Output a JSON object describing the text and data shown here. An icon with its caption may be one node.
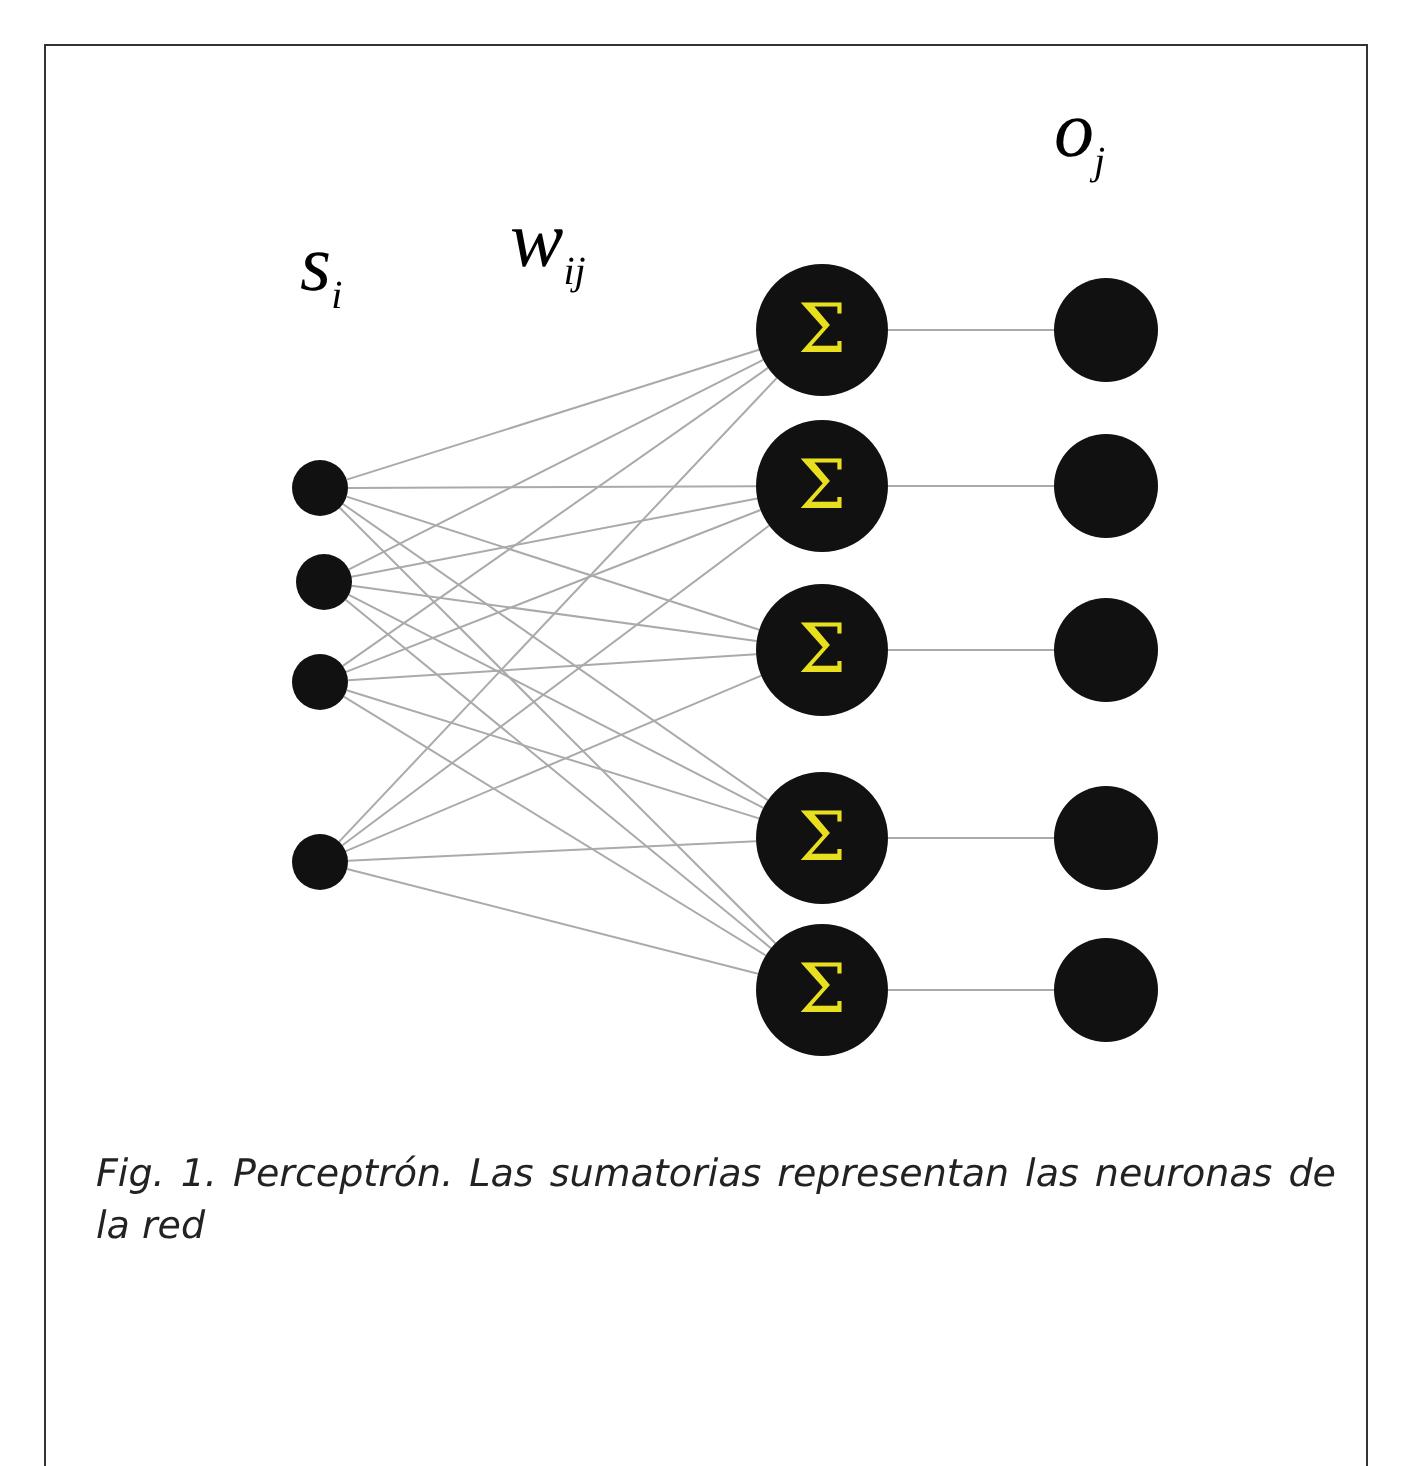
{
  "diagram": {
    "caption": "Fig. 1. Perceptrón. Las sumatorias representan las neuronas de la red",
    "nodes": [
      {
        "text": [],
        "shape": "circle"
      },
      {
        "text": [],
        "shape": "circle"
      },
      {
        "text": [],
        "shape": "circle"
      },
      {
        "text": [],
        "shape": "circle"
      },
      {
        "text": [
          "Σ"
        ]
      },
      {
        "text": [
          "Σ"
        ]
      },
      {
        "text": [
          "Σ"
        ]
      },
      {
        "text": [
          "Σ"
        ]
      },
      {
        "text": [
          "Σ"
        ]
      },
      {
        "text": [],
        "shape": "circle"
      },
      {
        "text": [],
        "shape": "circle"
      },
      {
        "text": [],
        "shape": "circle"
      },
      {
        "text": [],
        "shape": "circle"
      },
      {
        "text": [],
        "shape": "circle"
      }
    ],
    "edges": [
      {
        "from": 0,
        "to": 4,
        "arrow": "none"
      },
      {
        "from": 0,
        "to": 5,
        "arrow": "none"
      },
      {
        "from": 0,
        "to": 6,
        "arrow": "none"
      },
      {
        "from": 0,
        "to": 7,
        "arrow": "none"
      },
      {
        "from": 0,
        "to": 8,
        "arrow": "none"
      },
      {
        "from": 1,
        "to": 4,
        "arrow": "none"
      },
      {
        "from": 1,
        "to": 5,
        "arrow": "none"
      },
      {
        "from": 1,
        "to": 6,
        "arrow": "none"
      },
      {
        "from": 1,
        "to": 7,
        "arrow": "none"
      },
      {
        "from": 1,
        "to": 8,
        "arrow": "none"
      },
      {
        "from": 2,
        "to": 4,
        "arrow": "none"
      },
      {
        "from": 2,
        "to": 5,
        "arrow": "none"
      },
      {
        "from": 2,
        "to": 6,
        "arrow": "none"
      },
      {
        "from": 2,
        "to": 7,
        "arrow": "none"
      },
      {
        "from": 2,
        "to": 8,
        "arrow": "none"
      },
      {
        "from": 3,
        "to": 4,
        "arrow": "none"
      },
      {
        "from": 3,
        "to": 5,
        "arrow": "none"
      },
      {
        "from": 3,
        "to": 6,
        "arrow": "none"
      },
      {
        "from": 3,
        "to": 7,
        "arrow": "none"
      },
      {
        "from": 3,
        "to": 8,
        "arrow": "none"
      },
      {
        "from": 4,
        "to": 9,
        "arrow": "none"
      },
      {
        "from": 5,
        "to": 10,
        "arrow": "none"
      },
      {
        "from": 6,
        "to": 11,
        "arrow": "none"
      },
      {
        "from": 7,
        "to": 12,
        "arrow": "none"
      },
      {
        "from": 8,
        "to": 13,
        "arrow": "none"
      }
    ],
    "labels": [
      "s$_{i}$",
      "w$_{ij}$",
      "o$_{j}$"
    ]
  }
}
